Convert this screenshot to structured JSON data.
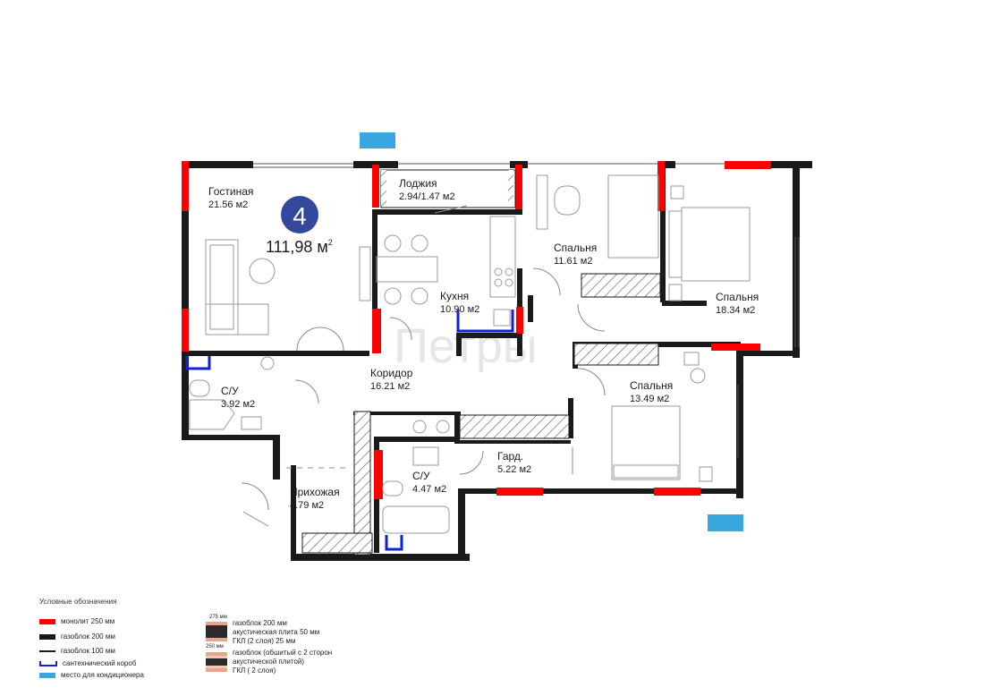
{
  "apartment": {
    "rooms_count": "4",
    "total_area_value": "111,98",
    "total_area_unit": "м",
    "total_area_sup": "2"
  },
  "watermark": "Петры",
  "rooms": [
    {
      "key": "living",
      "name": "Гостиная",
      "area": "21.56 м2"
    },
    {
      "key": "loggia",
      "name": "Лоджия",
      "area": "2.94/1.47 м2"
    },
    {
      "key": "kitchen",
      "name": "Кухня",
      "area": "10.90 м2"
    },
    {
      "key": "bedroom1",
      "name": "Спальня",
      "area": "11.61 м2"
    },
    {
      "key": "bedroom2",
      "name": "Спальня",
      "area": "18.34 м2"
    },
    {
      "key": "bath1",
      "name": "С/У",
      "area": "3.92 м2"
    },
    {
      "key": "corridor",
      "name": "Коридор",
      "area": "16.21 м2"
    },
    {
      "key": "bedroom3",
      "name": "Спальня",
      "area": "13.49 м2"
    },
    {
      "key": "wardrobe",
      "name": "Гард.",
      "area": "5.22 м2"
    },
    {
      "key": "bath2",
      "name": "С/У",
      "area": "4.47 м2"
    },
    {
      "key": "hallway",
      "name": "Прихожая",
      "area": "4.79 м2"
    }
  ],
  "legend": {
    "title": "Условные обозначения",
    "monolith": "монолит 250 мм",
    "gasblock200": "газоблок 200 мм",
    "gasblock100": "газоблок 100 мм",
    "plumbing_box": "сантехнический короб",
    "ac_place": "место для кондиционера",
    "wall275_size": "275 мм",
    "wall275_line1": "газоблок 200 мм",
    "wall275_line2": "акустическая плита 50 мм",
    "wall275_line3": "ГКЛ (2 слоя) 25 мм",
    "wall250_size": "250 мм",
    "wall250_line1": "газоблок (обшитый с 2 сторон",
    "wall250_line2": "акустической плитой)",
    "wall250_line3": "ГКЛ ( 2 слоя)"
  },
  "colors": {
    "monolith": "#ff0000",
    "wall": "#1a1a1a",
    "plumbing": "#1320d6",
    "ac": "#3aa8e0",
    "badge": "#33489b"
  }
}
